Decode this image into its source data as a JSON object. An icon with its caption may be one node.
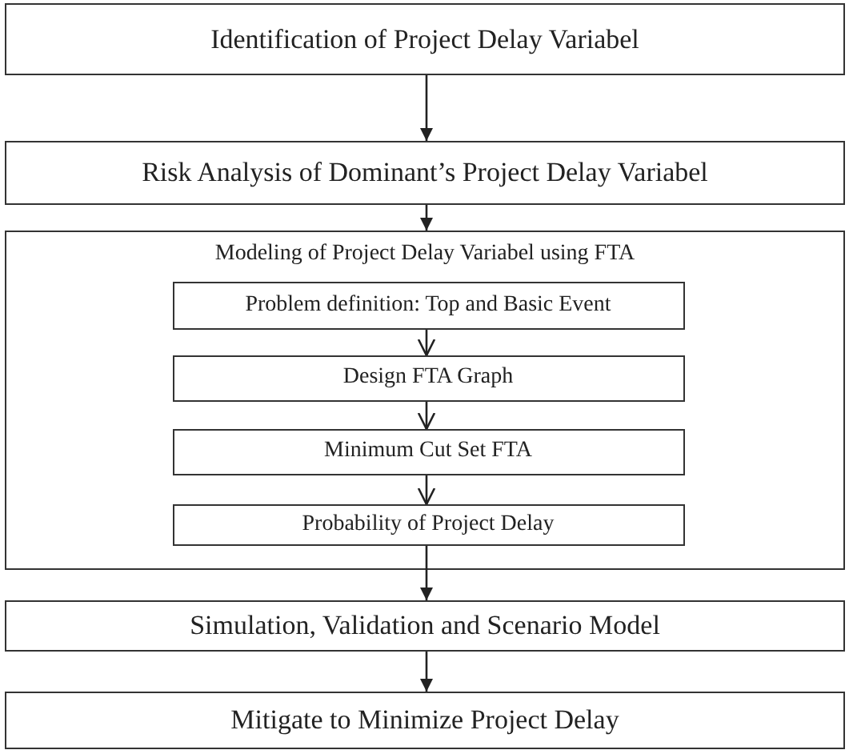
{
  "diagram": {
    "nodes": [
      {
        "text": [
          "Identification of Project Delay Variabel"
        ]
      },
      {
        "text": [
          "Risk Analysis of Dominant’s Project Delay Variabel"
        ]
      },
      {
        "text": [
          "Modeling of Project Delay Variabel using FTA"
        ]
      },
      {
        "text": [
          "Problem definition: Top and Basic Event"
        ],
        "in": 2
      },
      {
        "text": [
          "Design FTA Graph"
        ],
        "in": 2
      },
      {
        "text": [
          "Minimum Cut Set FTA"
        ],
        "in": 2
      },
      {
        "text": [
          "Probability of Project Delay"
        ],
        "in": 2
      },
      {
        "text": [
          "Simulation, Validation and Scenario Model"
        ]
      },
      {
        "text": [
          "Mitigate to Minimize Project Delay"
        ]
      }
    ],
    "edges": [
      {
        "from": 0,
        "to": 1,
        "arrow": "to"
      },
      {
        "from": 1,
        "to": 2,
        "arrow": "to"
      },
      {
        "from": 3,
        "to": 4,
        "arrow": "to"
      },
      {
        "from": 4,
        "to": 5,
        "arrow": "to"
      },
      {
        "from": 5,
        "to": 6,
        "arrow": "to"
      },
      {
        "from": 6,
        "to": 7,
        "arrow": "to"
      },
      {
        "from": 7,
        "to": 8,
        "arrow": "to"
      }
    ]
  }
}
